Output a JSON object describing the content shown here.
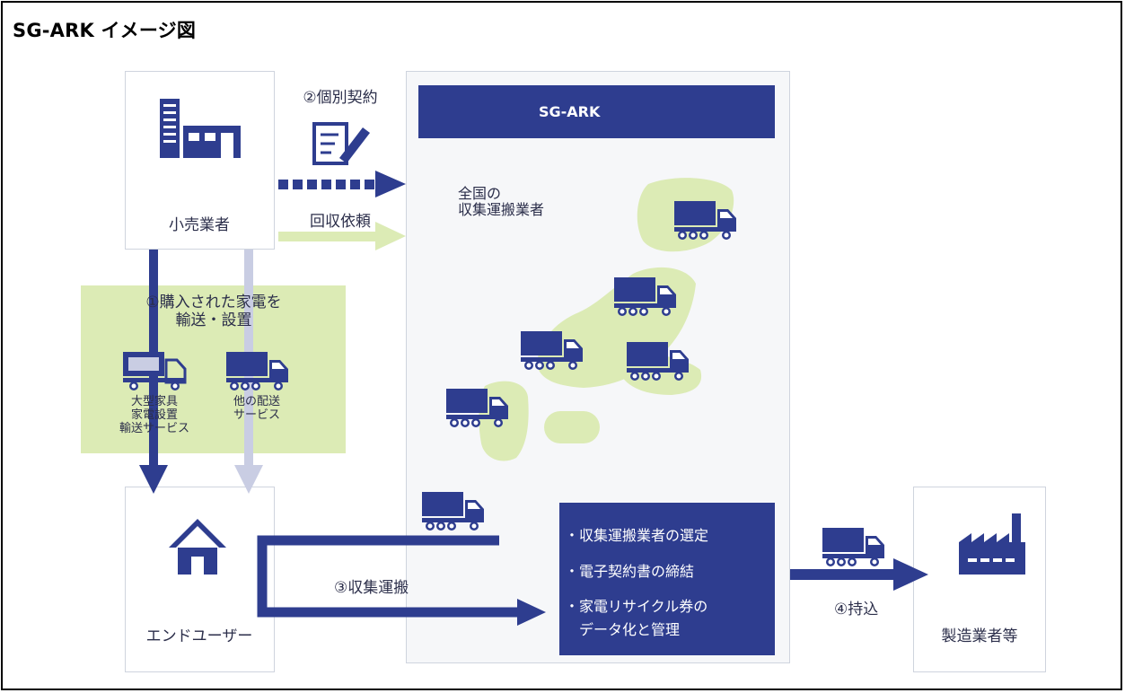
{
  "title": "SG-ARK イメージ図",
  "colors": {
    "navy": "#2e3d8f",
    "lavender": "#c9cde3",
    "green": "#dcebb5",
    "panel": "#f6f7f9",
    "text": "#2b2e4a"
  },
  "nodes": {
    "retailer": "小売業者",
    "end_user": "エンドユーザー",
    "manufacturer": "製造業者等"
  },
  "icons": {
    "retailer": "building-icon",
    "contract": "contract-pen-icon",
    "end_user": "house-icon",
    "manufacturer": "factory-icon",
    "truck": "truck-icon"
  },
  "sgark": {
    "header": "SG-ARK",
    "carriers_label": "全国の\n収集運搬業者",
    "functions": [
      "・収集運搬業者の選定",
      "・電子契約書の締結",
      "・家電リサイクル券の",
      "　データ化と管理"
    ]
  },
  "steps": {
    "contract": "②個別契約",
    "request": "回収依頼",
    "delivery": "①購入された家電を\n輸送・設置",
    "collection": "③収集運搬",
    "bring_in": "④持込"
  },
  "services": {
    "large": "大型家具\n家電設置\n輸送サービス",
    "other": "他の配送\nサービス"
  }
}
